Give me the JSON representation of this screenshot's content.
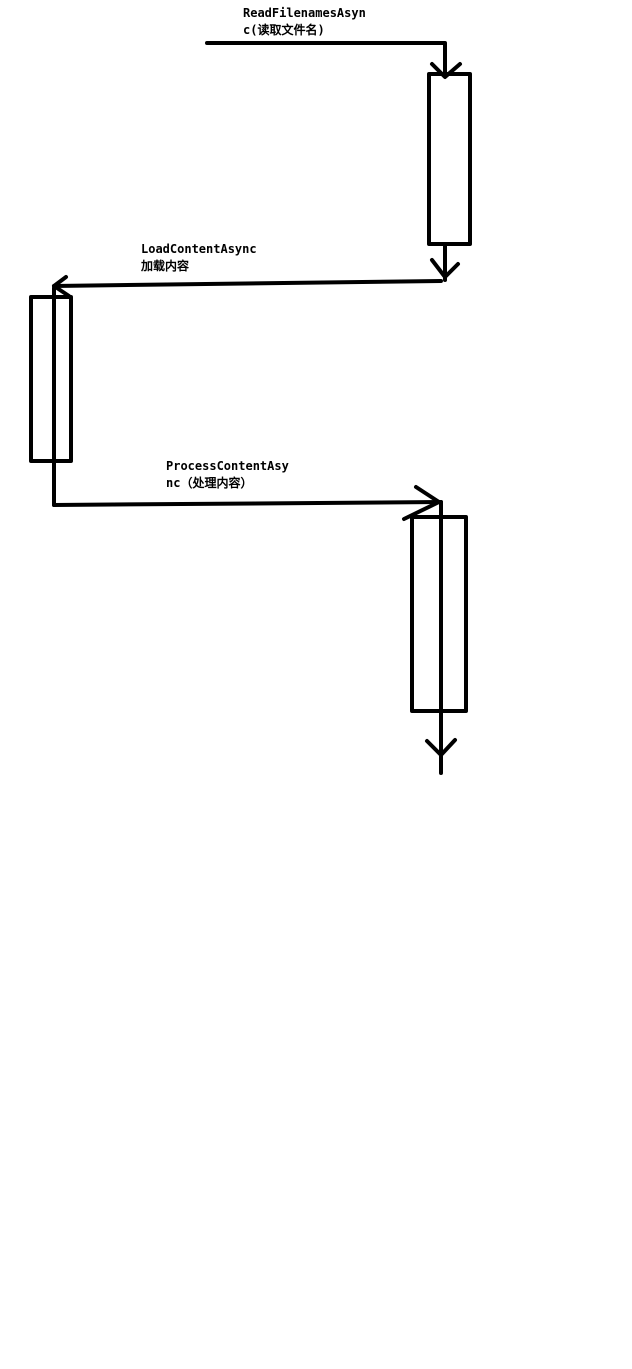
{
  "diagram": {
    "stroke_color": "#000000",
    "background": "#ffffff",
    "steps": [
      {
        "id": "read",
        "line1": "ReadFilenamesAsyn",
        "line2": "c(读取文件名)"
      },
      {
        "id": "load",
        "line1": "LoadContentAsync",
        "line2": "加载内容"
      },
      {
        "id": "process",
        "line1": "ProcessContentAsy",
        "line2": "nc（处理内容）"
      }
    ]
  }
}
